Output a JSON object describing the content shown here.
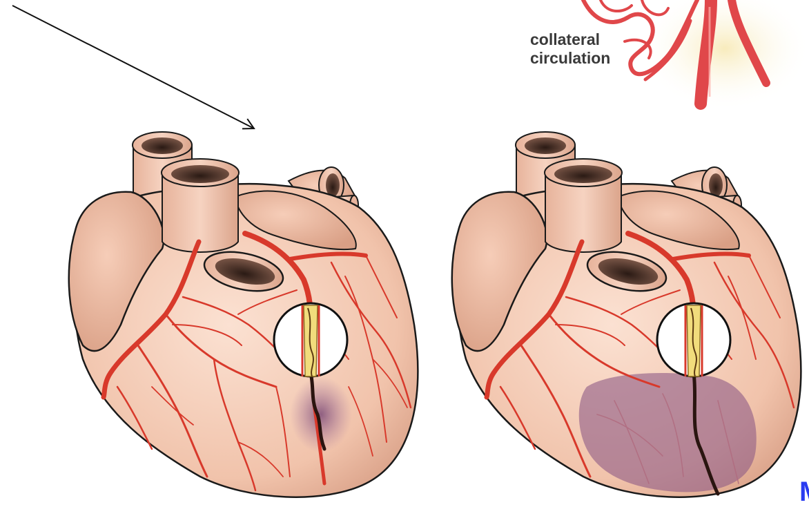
{
  "annotation": {
    "line1": "collateral",
    "line2": "circulation"
  },
  "corner_fragment": "M",
  "colors": {
    "heart_fill": "#f3c7b1",
    "heart_shadow": "#d9a58c",
    "artery": "#d8392b",
    "artery_dark": "#a3241b",
    "ischemic_zone": "#8e5a86",
    "plaque": "#f1dc7c",
    "outline": "#1a1a1a",
    "corner_text": "#2a3bf0"
  },
  "panels": [
    {
      "name": "heart-left",
      "ischemia": "small"
    },
    {
      "name": "heart-right",
      "ischemia": "large"
    }
  ]
}
